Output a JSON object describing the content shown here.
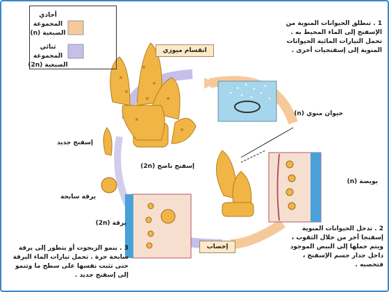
{
  "legend": {
    "haploid": "أحادي المجموعة الصبغية (n)",
    "diploid": "ثنائي المجموعة الصبغية (2n)",
    "haploid_color": "#f6c99a",
    "diploid_color": "#c4c0ea"
  },
  "stages": {
    "meiosis": "انقسام ميوزي",
    "fertilization": "إخصاب"
  },
  "labels": {
    "sperm": "حيوان منوي (n)",
    "egg": "بويضة (n)",
    "adult_sponge": "إسفنج ناضج (2n)",
    "new_sponge": "إسفنج جديد",
    "swimming_larva": "يرقة سابحة",
    "larva": "يرقة (2n)"
  },
  "steps": {
    "step1": "1 . تنطلق الحيوانات المنوية من الإسفنج إلى الماء المحيط به . تحمل التيارات المائية الحيوانات المنوية إلى إسفنجيات أخرى .",
    "step2": "2 . تدخل الحيوانات المنوية إسفنجا آخر من خلال الثقوب ، ويتم حملها إلى البيض الموجود داخل جدار جسم الإسفنج ، فتخصبه .",
    "step3": "3 . ينمو الزيجوت أو يتطور إلى يرقة سابحة حرة . تحمل تيارات الماء اليرقة حتى تثبت نفسها على سطح ما وتنمو إلى إسفنج جديد ."
  },
  "colors": {
    "frame": "#3a86c8",
    "sponge": "#f0b545",
    "cycle_haploid": "#f6c99a",
    "cycle_diploid": "#c4c0ea"
  }
}
